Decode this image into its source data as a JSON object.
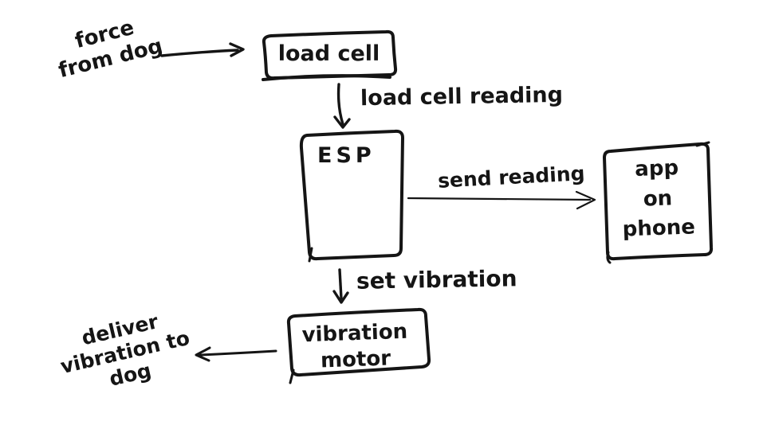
{
  "diagram": {
    "background": "#ffffff",
    "ink_color": "#151515",
    "nodes": {
      "load_cell": {
        "label": "load cell"
      },
      "esp": {
        "label": "ESP"
      },
      "app_on_phone": {
        "line1": "app",
        "line2": "on",
        "line3": "phone"
      },
      "vibration_motor": {
        "line1": "vibration",
        "line2": "motor"
      }
    },
    "annotations": {
      "force_from_dog": {
        "line1": "force",
        "line2": "from dog"
      },
      "deliver_vibration": {
        "line1": "deliver",
        "line2": "vibration to",
        "line3": "dog"
      }
    },
    "edge_labels": {
      "load_cell_reading": "load cell reading",
      "send_reading": "send reading",
      "set_vibration": "set vibration"
    }
  }
}
